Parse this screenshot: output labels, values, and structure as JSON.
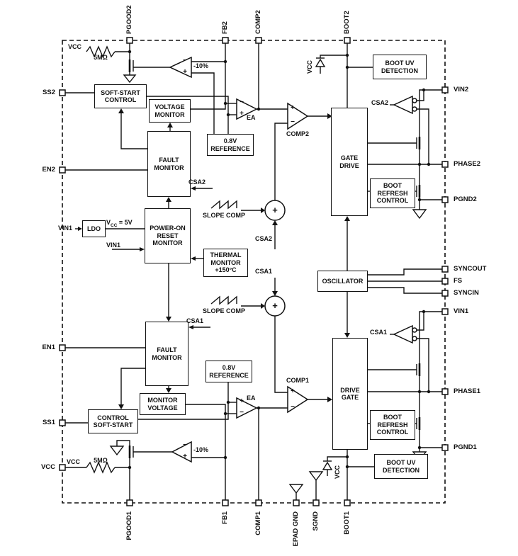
{
  "pins": {
    "top": [
      {
        "label": "PGOOD2"
      },
      {
        "label": "FB2"
      },
      {
        "label": "COMP2"
      },
      {
        "label": "BOOT2"
      }
    ],
    "bottom": [
      {
        "label": "PGOOD1"
      },
      {
        "label": "FB1"
      },
      {
        "label": "COMP1"
      },
      {
        "label": "EPAD GND"
      },
      {
        "label": "SGND"
      },
      {
        "label": "BOOT1"
      }
    ],
    "left": [
      {
        "label": "SS2"
      },
      {
        "label": "EN2"
      },
      {
        "label": "EN1"
      },
      {
        "label": "SS1"
      },
      {
        "label": "VCC"
      }
    ],
    "right": [
      {
        "label": "VIN2"
      },
      {
        "label": "PHASE2"
      },
      {
        "label": "PGND2"
      },
      {
        "label": "SYNCOUT"
      },
      {
        "label": "FS"
      },
      {
        "label": "SYNCIN"
      },
      {
        "label": "VIN1"
      },
      {
        "label": "PHASE1"
      },
      {
        "label": "PGND1"
      }
    ]
  },
  "blocks": {
    "soft_start_control_2": "SOFT-START CONTROL",
    "voltage_monitor_2": "VOLTAGE MONITOR",
    "fault_monitor_2": "FAULT MONITOR",
    "power_on_reset_monitor": "POWER-ON RESET MONITOR",
    "ldo": "LDO",
    "reference_2": "0.8V REFERENCE",
    "thermal_monitor": "THERMAL MONITOR +150°C",
    "gate_drive_2": "GATE DRIVE",
    "boot_uv_detection_2": "BOOT UV DETECTION",
    "boot_refresh_control_2": "BOOT REFRESH CONTROL",
    "oscillator": "OSCILLATOR",
    "fault_monitor_1": "FAULT MONITOR",
    "monitor_voltage_1": "MONITOR VOLTAGE",
    "control_soft_start_1": "CONTROL SOFT-START",
    "reference_1": "0.8V REFERENCE",
    "drive_gate_1": "DRIVE GATE",
    "boot_refresh_control_1": "BOOT REFRESH CONTROL",
    "boot_uv_detection_1": "BOOT UV DETECTION"
  },
  "labels": {
    "vcc": "VCC",
    "r5m": "5MΩ",
    "minus10": "-10%",
    "ea": "EA",
    "comp2": "COMP2",
    "comp1": "COMP1",
    "csa2": "CSA2",
    "csa1": "CSA1",
    "slope_comp": "SLOPE COMP",
    "vin1": "VIN1",
    "ldo_out_v": "V",
    "ldo_out_sub": "CC",
    "ldo_out_eq": " = 5V"
  },
  "signs": {
    "plus": "+",
    "minus": "−"
  }
}
